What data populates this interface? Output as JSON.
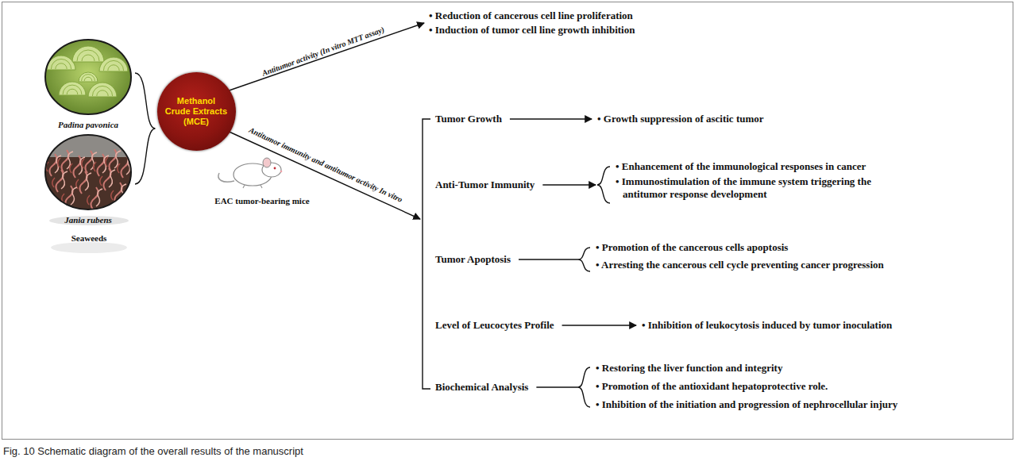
{
  "diagram": {
    "caption": "Fig. 10 Schematic diagram of the overall results of the manuscript",
    "nodes": [
      {
        "text": [
          "Padina pavonica"
        ]
      },
      {
        "text": [
          "Jania rubens"
        ]
      },
      {
        "text": [
          "Methanol Crude Extracts (MCE)"
        ]
      }
    ],
    "labels": [
      "Antitumor activity (In vitro MTT assay)",
      "• Reduction of cancerous cell line proliferation",
      "• Induction of tumor cell line growth inhibition",
      "Antitumor immunity and antitumor activity In vitro",
      "EAC tumor-bearing mice",
      "Seaweeds",
      "Tumor Growth",
      "• Growth suppression of ascitic tumor",
      "Anti-Tumor Immunity",
      "• Enhancement of the immunological responses in cancer",
      "• Immunostimulation of the immune system triggering the antitumor response development",
      "Tumor Apoptosis",
      "• Promotion of the cancerous cells apoptosis",
      "• Arresting the cancerous cell cycle preventing cancer progression",
      "Level of Leucocytes Profile",
      "• Inhibition of leukocytosis induced by tumor inoculation",
      "Biochemical Analysis",
      "• Restoring the liver function and integrity",
      "• Promotion of the antioxidant hepatoprotective role.",
      "• Inhibition of the initiation and progression of nephrocellular injury"
    ]
  }
}
